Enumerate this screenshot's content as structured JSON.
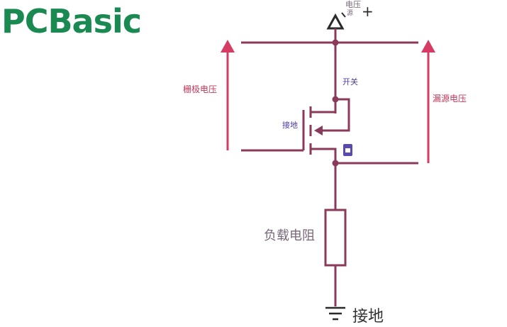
{
  "logo": {
    "text": "PCBasic",
    "color": "#1b8a52"
  },
  "colors": {
    "wire": "#8a3a5a",
    "arrow": "#d63b63",
    "label_red": "#c0385a",
    "label_blue": "#4a3aa8",
    "label_gray": "#7a6878",
    "ground_text": "#333333"
  },
  "labels": {
    "supply_top": "电压",
    "supply_sub": "源",
    "supply_plus": "+",
    "gate_voltage": "栅极电压",
    "drain_source_voltage": "漏源电压",
    "switch": "开关",
    "gate_terminal": "接地",
    "load_resistor": "负载电阻",
    "ground": "接地"
  },
  "icons": {
    "supply": "triangle-supply-icon",
    "ground": "ground-symbol-icon",
    "mosfet": "n-channel-mosfet-icon",
    "resistor": "resistor-icon",
    "arrow": "arrow-up-icon",
    "document": "document-icon"
  }
}
